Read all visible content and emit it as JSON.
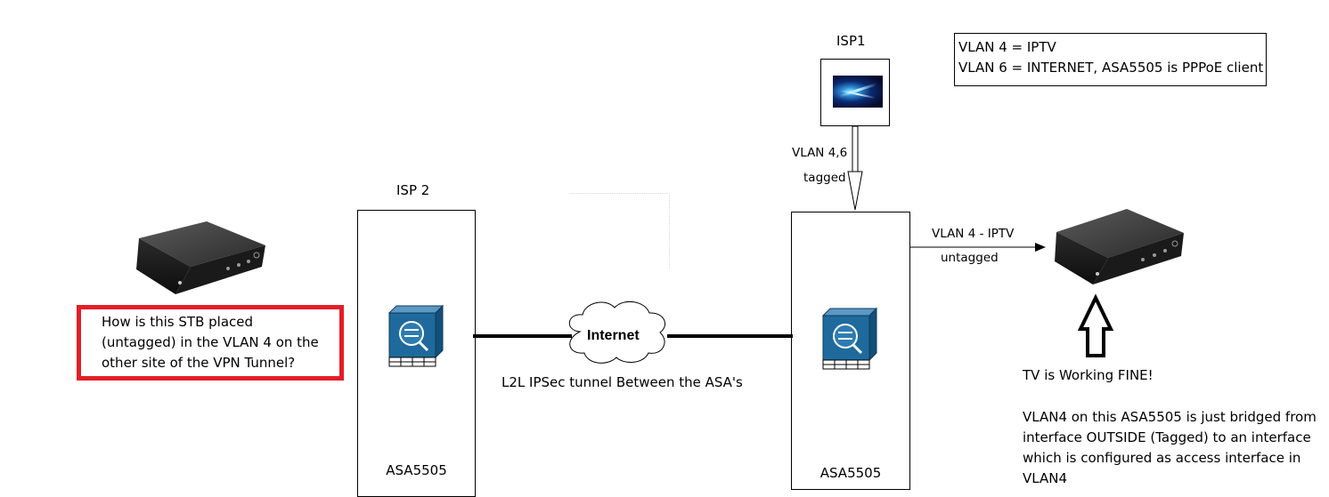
{
  "isp1": {
    "label": "ISP1"
  },
  "isp2": {
    "label": "ISP 2"
  },
  "legend": {
    "line1": "VLAN 4 = IPTV",
    "line2": "VLAN 6 = INTERNET, ASA5505 is PPPoE client"
  },
  "uplink": {
    "line1": "VLAN 4,6",
    "line2": "tagged"
  },
  "downlink": {
    "line1": "VLAN 4 - IPTV",
    "line2": "untagged"
  },
  "asa_left": {
    "label": "ASA5505"
  },
  "asa_right": {
    "label": "ASA5505"
  },
  "cloud": {
    "label": "Internet"
  },
  "tunnel": {
    "label": "L2L IPSec tunnel Between the ASA's"
  },
  "question": {
    "line1": "How is this STB placed",
    "line2": "(untagged) in the VLAN 4 on the",
    "line3": "other site of the VPN Tunnel?"
  },
  "status": {
    "label": "TV is Working FINE!"
  },
  "note": {
    "line1": "VLAN4 on this ASA5505 is just bridged from",
    "line2": "interface OUTSIDE (Tagged) to an interface",
    "line3": "which is configured as access interface in",
    "line4": "VLAN4"
  },
  "colors": {
    "question_border": "#e21f26",
    "asa_icon": "#1f6a9c"
  }
}
